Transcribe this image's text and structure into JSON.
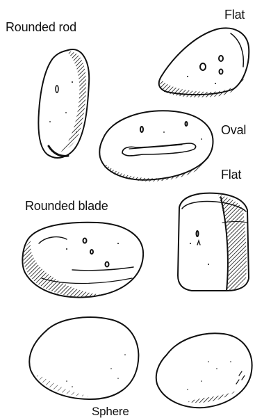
{
  "labels": {
    "rounded_rod": "Rounded rod",
    "flat_top": "Flat",
    "oval": "Oval",
    "flat_side": "Flat",
    "rounded_blade": "Rounded blade",
    "sphere": "Sphere"
  },
  "colors": {
    "ink": "#111111",
    "background": "#ffffff"
  }
}
